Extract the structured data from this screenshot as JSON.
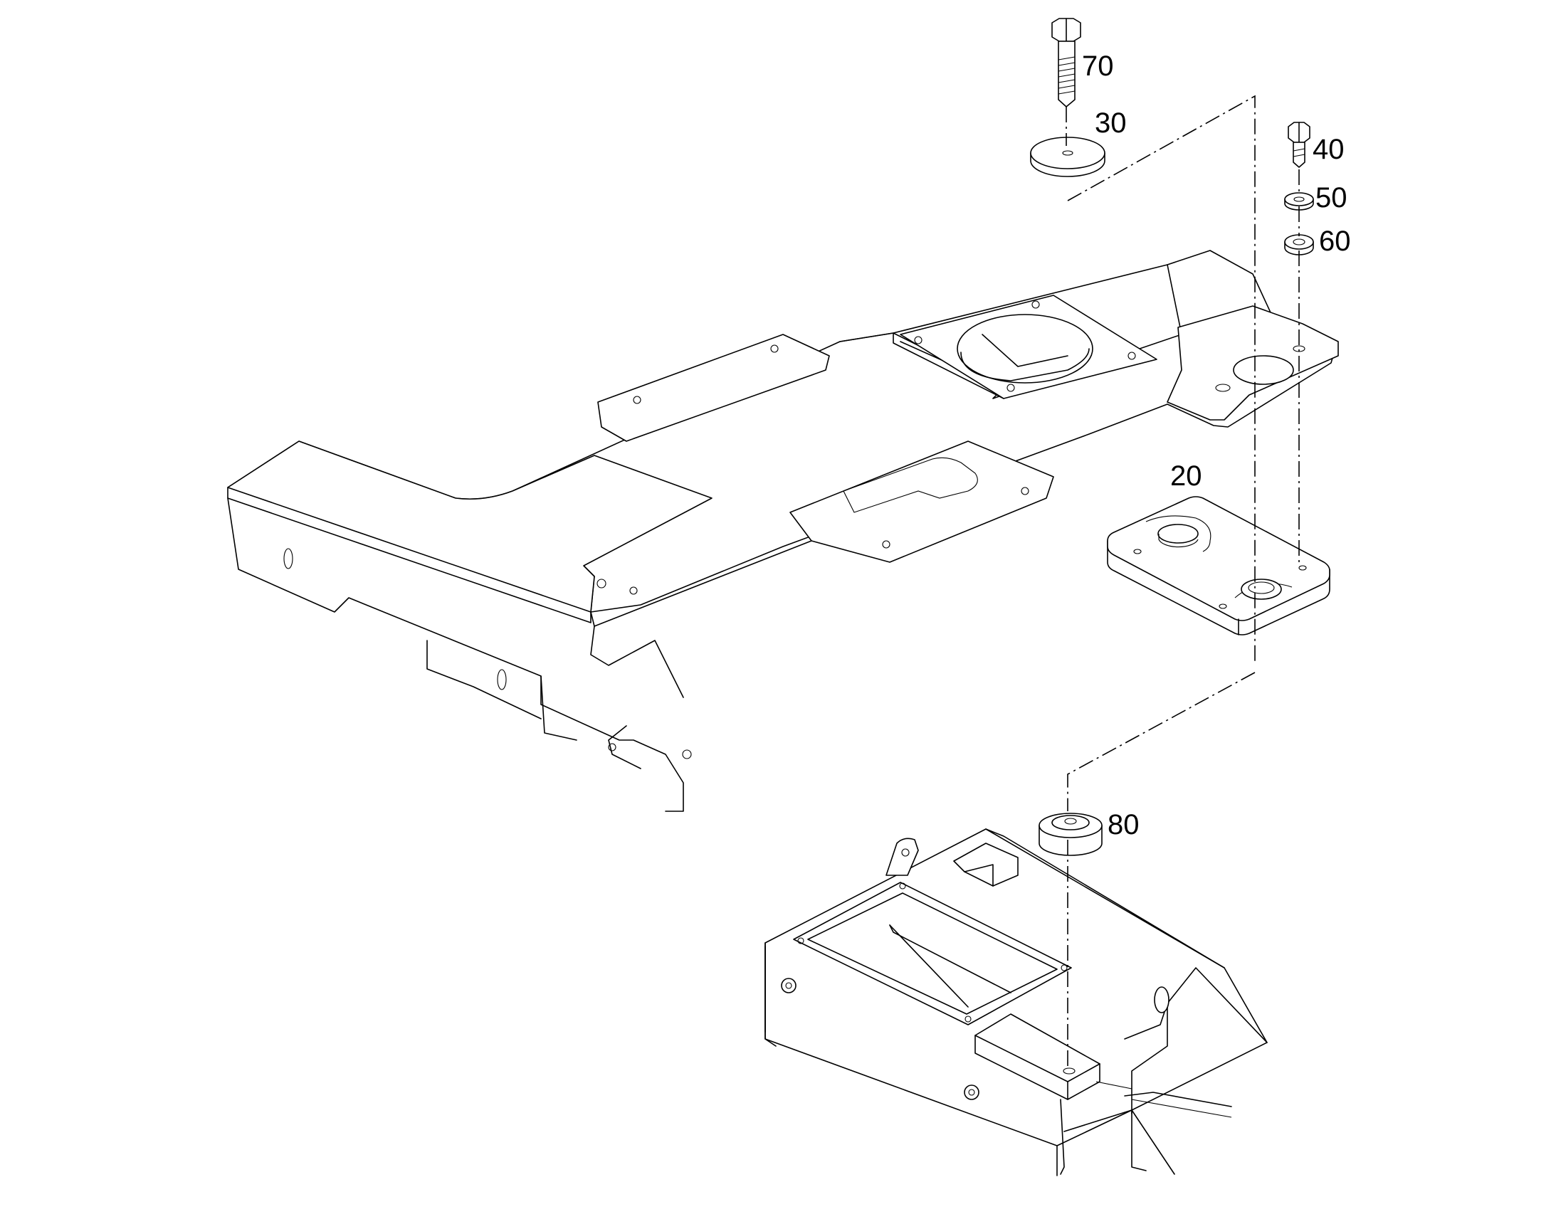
{
  "callouts": {
    "c20": "20",
    "c30": "30",
    "c40": "40",
    "c50": "50",
    "c60": "60",
    "c70": "70",
    "c80": "80"
  },
  "colors": {
    "line": "#000000",
    "background": "#ffffff"
  }
}
